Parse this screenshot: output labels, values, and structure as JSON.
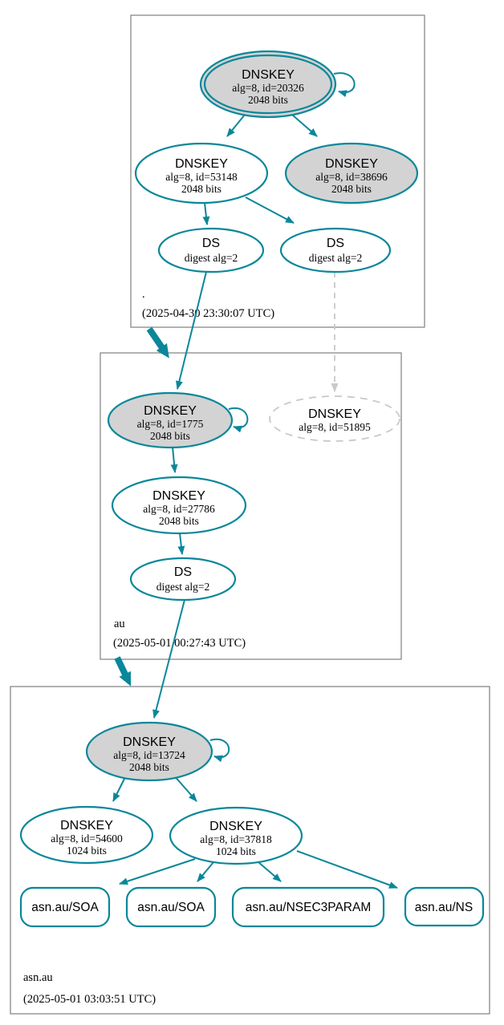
{
  "colors": {
    "secure_edge": "#0a879a",
    "ksk_fill": "#d3d3d3",
    "missing_gray": "#c9c9c9",
    "zone_border": "#7f7f7f",
    "text": "#000000",
    "background": "#ffffff"
  },
  "zones": {
    "root": {
      "label": ".",
      "timestamp": "(2025-04-30 23:30:07 UTC)"
    },
    "au": {
      "label": "au",
      "timestamp": "(2025-05-01 00:27:43 UTC)"
    },
    "asnau": {
      "label": "asn.au",
      "timestamp": "(2025-05-01 03:03:51 UTC)"
    }
  },
  "nodes": {
    "root_ksk": {
      "name": "DNSKEY",
      "detail1": "alg=8, id=20326",
      "detail2": "2048 bits"
    },
    "root_zsk": {
      "name": "DNSKEY",
      "detail1": "alg=8, id=53148",
      "detail2": "2048 bits"
    },
    "root_key_38696": {
      "name": "DNSKEY",
      "detail1": "alg=8, id=38696",
      "detail2": "2048 bits"
    },
    "root_ds_left": {
      "name": "DS",
      "detail1": "digest alg=2"
    },
    "root_ds_right": {
      "name": "DS",
      "detail1": "digest alg=2"
    },
    "au_ksk": {
      "name": "DNSKEY",
      "detail1": "alg=8, id=1775",
      "detail2": "2048 bits"
    },
    "au_missing_key": {
      "name": "DNSKEY",
      "detail1": "alg=8, id=51895"
    },
    "au_zsk": {
      "name": "DNSKEY",
      "detail1": "alg=8, id=27786",
      "detail2": "2048 bits"
    },
    "au_ds": {
      "name": "DS",
      "detail1": "digest alg=2"
    },
    "asnau_ksk": {
      "name": "DNSKEY",
      "detail1": "alg=8, id=13724",
      "detail2": "2048 bits"
    },
    "asnau_key_54600": {
      "name": "DNSKEY",
      "detail1": "alg=8, id=54600",
      "detail2": "1024 bits"
    },
    "asnau_zsk": {
      "name": "DNSKEY",
      "detail1": "alg=8, id=37818",
      "detail2": "1024 bits"
    },
    "rrset_soa1": {
      "label": "asn.au/SOA"
    },
    "rrset_soa2": {
      "label": "asn.au/SOA"
    },
    "rrset_nsec3param": {
      "label": "asn.au/NSEC3PARAM"
    },
    "rrset_ns": {
      "label": "asn.au/NS"
    }
  }
}
